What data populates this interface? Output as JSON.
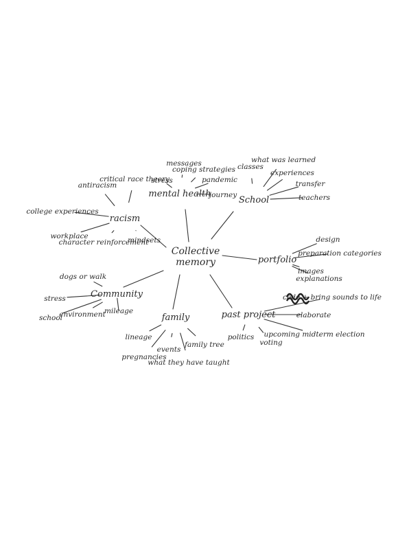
{
  "diagram": {
    "type": "mind-map",
    "ink_color": "#2a2a2a",
    "center": "Collective memory",
    "branches": [
      {
        "label": "School",
        "children": [
          "classes",
          "what was learned",
          "experiences",
          "transfer",
          "teachers"
        ]
      },
      {
        "label": "mental health",
        "children": [
          "stress",
          "messages",
          "coping strategies",
          "pandemic",
          "journey"
        ]
      },
      {
        "label": "racism",
        "children": [
          "antiracism",
          "critical race theory",
          "college experiences",
          "workplace",
          "character reinforcement",
          "mindsets"
        ]
      },
      {
        "label": "Community",
        "children": [
          "dogs or walk",
          "stress",
          "school",
          "environment",
          "mileage"
        ]
      },
      {
        "label": "family",
        "children": [
          "lineage",
          "pregnancies",
          "events",
          "what they have taught",
          "family tree"
        ]
      },
      {
        "label": "past project",
        "children": [
          "code + bring sounds to life",
          "elaborate",
          "upcoming midterm election",
          "voting",
          "politics"
        ]
      },
      {
        "label": "portfolio",
        "children": [
          "design",
          "preparation categories",
          "images",
          "explanations"
        ]
      }
    ]
  }
}
